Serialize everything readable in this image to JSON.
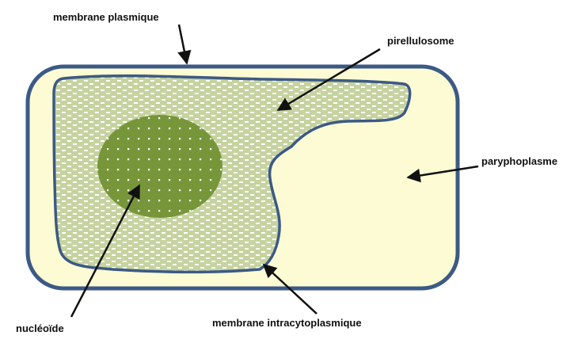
{
  "labels": {
    "membrane_plasmique": "membrane plasmique",
    "pirellulosome": "pirellulosome",
    "paryphoplasme": "paryphoplasme",
    "nucleoide": "nucléoïde",
    "membrane_intracytoplasmique": "membrane intracytoplasmique"
  },
  "colors": {
    "cell_fill": "#fdfbd3",
    "membrane_stroke": "#3c5a85",
    "pirellulosome_fill": "#c9d6a3",
    "nucleoid_fill": "#77963a",
    "arrow": "#111111"
  }
}
